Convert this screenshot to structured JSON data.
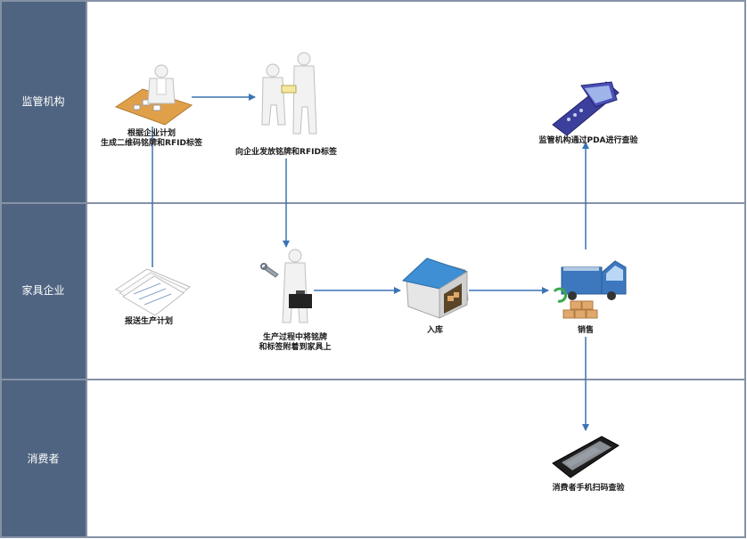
{
  "lanes": [
    {
      "name": "监管机构"
    },
    {
      "name": "家具企业"
    },
    {
      "name": "消费者"
    }
  ],
  "steps": {
    "generate": {
      "line1": "根据企业计划",
      "line2": "生成二维码铭牌和RFID标签"
    },
    "issue": {
      "line1": "向企业发放铭牌和RFID标签"
    },
    "pda_check": {
      "line1": "监管机构通过PDA进行查验"
    },
    "report": {
      "line1": "报送生产计划"
    },
    "attach": {
      "line1": "生产过程中将铭牌",
      "line2": "和标签附着到家具上"
    },
    "warehouse": {
      "line1": "入库"
    },
    "sales": {
      "line1": "销售"
    },
    "consumer_scan": {
      "line1": "消费者手机扫码查验"
    }
  },
  "colors": {
    "lane_header": "#4f6480",
    "lane_border": "#8592a6",
    "arrow": "#3a74b4",
    "roof": "#3f8fd4",
    "truck": "#3d78bf",
    "box": "#e0a86a"
  }
}
